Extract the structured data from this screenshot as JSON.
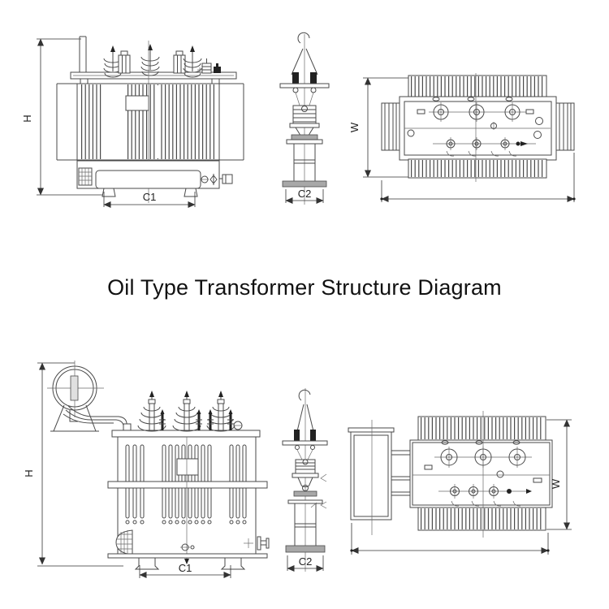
{
  "title": "Oil Type Transformer Structure Diagram",
  "colors": {
    "background": "#ffffff",
    "line": "#4a4a4a",
    "dimension_line": "#333333",
    "label_text": "#222222",
    "title_text": "#111111",
    "dark_fill": "#222222",
    "gray_fill": "#a8a8a8"
  },
  "dim_labels": {
    "top": {
      "h": "H",
      "c1": "C1",
      "c2": "C2",
      "w": "W"
    },
    "bottom": {
      "h": "H",
      "c1": "C1",
      "c2": "C2",
      "w": "W"
    }
  }
}
